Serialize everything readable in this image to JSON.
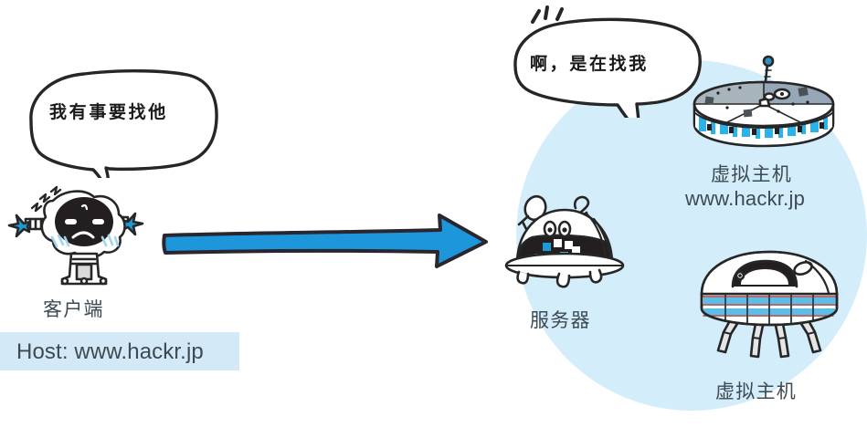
{
  "diagram": {
    "title_context": "HTTP Host header / virtual host diagram",
    "background_color": "#ffffff",
    "circle_color": "#d4edfa",
    "arrow_color": "#1e96db",
    "ink_color": "#262626",
    "band_color": "#d3e9f7",
    "label_color": "#3d4a52"
  },
  "bubbles": {
    "client": {
      "text": "我有事要找他",
      "tail": "down"
    },
    "server": {
      "text": "啊，是在找我",
      "tail": "down-right"
    }
  },
  "labels": {
    "client": "客户端",
    "server": "服务器",
    "vhost_top_name": "虚拟主机",
    "vhost_top_url": "www.hackr.jp",
    "vhost_bottom_name": "虚拟主机"
  },
  "host_header": {
    "text": "Host: www.hackr.jp"
  },
  "icons": {
    "client": "client-robot-icon",
    "server": "server-ufo-icon",
    "vhost_top": "virtual-host-disc-icon",
    "vhost_bottom": "virtual-host-ufo-icon",
    "arrow": "request-arrow-icon"
  }
}
